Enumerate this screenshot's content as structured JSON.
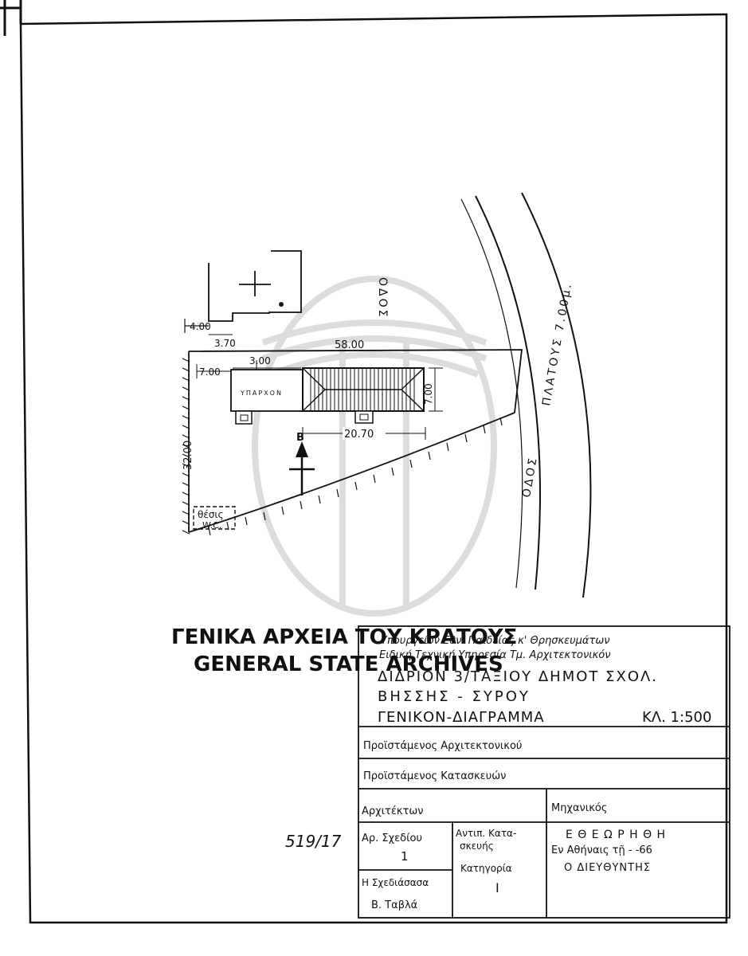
{
  "watermark": {
    "line1": "ΓΕΝΙΚΑ ΑΡΧΕΙΑ ΤΟΥ ΚΡΑΤΟΥΣ",
    "line2": "GENERAL STATE ARCHIVES"
  },
  "plan": {
    "road_label": "ΟΔΟΣ",
    "road_width_label": "ΠΛΑΤΟΥΣ 7.00μ.",
    "road_label_lower": "ΟΔΟΣ",
    "dimensions": {
      "d_400": "4.00",
      "d_370": "3.70",
      "d_5800": "58.00",
      "d_300": "3.00",
      "d_700_left": "7.00",
      "d_700_right": "7.00",
      "d_2070": "20.70",
      "d_3200": "32.00"
    },
    "building_label": "ΥΠΑΡΧΟΝ",
    "wc_label_1": "θέσις",
    "wc_label_2": "W.C.",
    "north_label": "Β"
  },
  "handwritten_ref": "519/17",
  "title_block": {
    "ministry": "Υπουργείον Εθν. Παιδείας κ' Θρησκευμάτων",
    "service": "Ειδική Τεχνική Υπηρεσία Τμ. Αρχιτεκτονικόν",
    "project_line1": "ΔΙΔΡΙΟΝ 3/ΤΑΞΙΟΥ ΔΗΜΟΤ ΣΧΟΛ.",
    "project_line2": "ΒΗΣΣΗΣ - ΣΥΡΟΥ",
    "drawing_title": "ΓΕΝΙΚΟΝ-ΔΙΑΓΡΑΜΜΑ",
    "scale": "ΚΛ. 1:500",
    "row_arch_head": "Προϊστάμενος Αρχιτεκτονικού",
    "row_constr_head": "Προϊστάμενος Κατασκευών",
    "architect_label": "Αρχιτέκτων",
    "engineer_label": "Μηχανικός",
    "drawing_no_label": "Αρ. Σχεδίου",
    "drawing_no_value": "1",
    "anti_label_1": "Αντιπ. Κατα-",
    "anti_label_2": "σκευής",
    "category_label": "Κατηγορία",
    "category_value": "Ι",
    "approval_1": "Ε Θ Ε Ω Ρ Η Θ Η",
    "approval_2": "Εν Αθήναις τῇ    -    -66",
    "approval_3": "Ο  ΔΙΕΥΘΥΝΤΗΣ",
    "drawn_label": "Η Σχεδιάσασα",
    "drawn_value": "Β. Ταβλά"
  }
}
